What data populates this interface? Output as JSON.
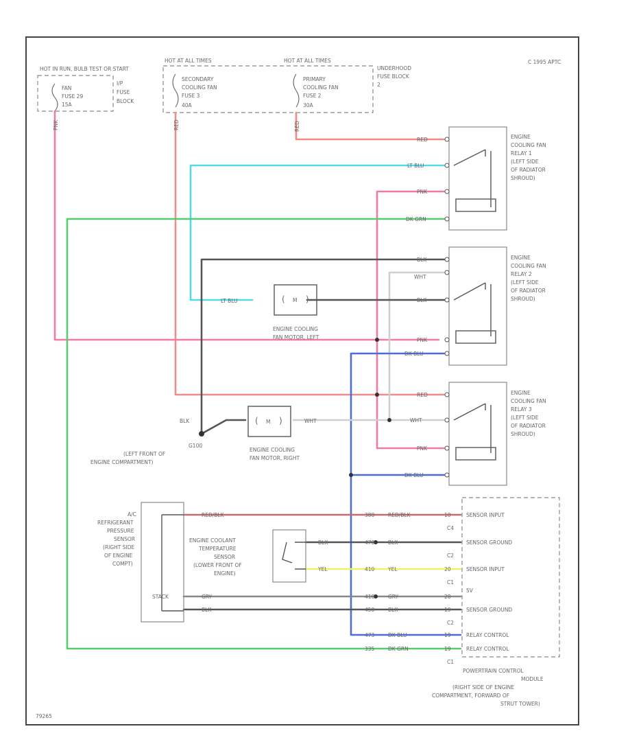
{
  "colors": {
    "red": "#f08a8a",
    "pink": "#f07aa0",
    "lt_blu": "#55d8e8",
    "dk_grn": "#55cc70",
    "blk": "#555555",
    "wht": "#cfcfcf",
    "dk_blu": "#4a6ed8",
    "yel": "#f0f060",
    "red_blk": "#c86a6a",
    "gry": "#888888"
  },
  "fuse_blocks": {
    "hot_run_title": "HOT IN RUN, BULB TEST OR START",
    "hot_always_title": "HOT AT ALL TIMES",
    "hot_always_title2": "HOT AT ALL TIMES",
    "fan_fuse_line1": "FAN",
    "fan_fuse_line2": "FUSE 29",
    "fan_fuse_line3": "15A",
    "ip_fuse_block_1": "I/P",
    "ip_fuse_block_2": "FUSE",
    "ip_fuse_block_3": "BLOCK",
    "secondary_fuse_1": "SECONDARY",
    "secondary_fuse_2": "COOLING FAN",
    "secondary_fuse_3": "FUSE 3",
    "secondary_fuse_4": "40A",
    "primary_fuse_1": "PRIMARY",
    "primary_fuse_2": "COOLING FAN",
    "primary_fuse_3": "FUSE 2",
    "primary_fuse_4": "30A",
    "underhood_1": "UNDERHOOD",
    "underhood_2": "FUSE BLOCK",
    "underhood_3": "2"
  },
  "copyright": "C 1995 APTC",
  "relays": [
    {
      "line1": "ENGINE",
      "line2": "COOLING FAN",
      "line3": "RELAY 1",
      "line4": "(LEFT SIDE",
      "line5": "OF RADIATOR",
      "line6": "SHROUD)"
    },
    {
      "line1": "ENGINE",
      "line2": "COOLING FAN",
      "line3": "RELAY 2",
      "line4": "(LEFT SIDE",
      "line5": "OF RADIATOR",
      "line6": "SHROUD)"
    },
    {
      "line1": "ENGINE",
      "line2": "COOLING FAN",
      "line3": "RELAY 3",
      "line4": "(LEFT SIDE",
      "line5": "OF RADIATOR",
      "line6": "SHROUD)"
    }
  ],
  "wire_labels": {
    "red_fuse29": "PNK",
    "red_fuse3": "RED",
    "red_fuse2": "RED",
    "r1_red": "RED",
    "r1_ltblu": "LT BLU",
    "r1_pnk": "PNK",
    "r1_dkgrn": "DK GRN",
    "r2_blk": "BLK",
    "r2_wht": "WHT",
    "r2_blk2": "BLK",
    "r2_pnk": "PNK",
    "r2_dkblu": "DK BLU",
    "r3_red": "RED",
    "r3_wht": "WHT",
    "r3_pnk": "PNK",
    "r3_dkblu": "DK BLU",
    "left_motor_ltblu": "LT BLU",
    "right_motor_blk": "BLK",
    "right_motor_wht": "WHT",
    "sensor_redblk": "RED/BLK",
    "sensor_gry": "GRY",
    "sensor_blk": "BLK",
    "ect_blk": "BLK",
    "ect_yel": "YEL"
  },
  "components": {
    "left_motor_1": "ENGINE COOLING",
    "left_motor_2": "FAN MOTOR, LEFT",
    "right_motor_1": "ENGINE COOLING",
    "right_motor_2": "FAN MOTOR, RIGHT",
    "motor_symbol": "M",
    "ground_1": "G100",
    "ground_2": "(LEFT FRONT OF",
    "ground_3": "ENGINE COMPARTMENT)",
    "ac_1": "A/C",
    "ac_2": "REFRIGERANT",
    "ac_3": "PRESSURE",
    "ac_4": "SENSOR",
    "ac_5": "(RIGHT SIDE",
    "ac_6": "OF ENGINE",
    "ac_7": "COMPT)",
    "ac_symbol": "STACK",
    "ect_1": "ENGINE COOLANT",
    "ect_2": "TEMPERATURE",
    "ect_3": "SENSOR",
    "ect_4": "(LOWER FRONT OF",
    "ect_5": "ENGINE)"
  },
  "pcm": {
    "rows": [
      {
        "circuit": "380",
        "color": "RED/BLK",
        "pin": "10",
        "label": "SENSOR INPUT",
        "conn": "C4"
      },
      {
        "circuit": "470",
        "color": "BLK",
        "pin": "",
        "label": "SENSOR GROUND",
        "conn": "C2"
      },
      {
        "circuit": "410",
        "color": "YEL",
        "pin": "20",
        "label": "SENSOR INPUT",
        "conn": "C1"
      },
      {
        "circuit": "416",
        "color": "GRY",
        "pin": "28",
        "label": "5V",
        "conn": ""
      },
      {
        "circuit": "450",
        "color": "BLK",
        "pin": "19",
        "label": "SENSOR GROUND",
        "conn": "C2"
      },
      {
        "circuit": "473",
        "color": "DK BLU",
        "pin": "19",
        "label": "RELAY CONTROL",
        "conn": ""
      },
      {
        "circuit": "335",
        "color": "DK GRN",
        "pin": "19",
        "label": "RELAY CONTROL",
        "conn": "C1"
      }
    ],
    "title_1": "POWERTRAIN CONTROL",
    "title_2": "MODULE",
    "title_3": "(RIGHT SIDE OF ENGINE",
    "title_4": "COMPARTMENT, FORWARD OF",
    "title_5": "STRUT TOWER)"
  },
  "figure_id": "79265"
}
